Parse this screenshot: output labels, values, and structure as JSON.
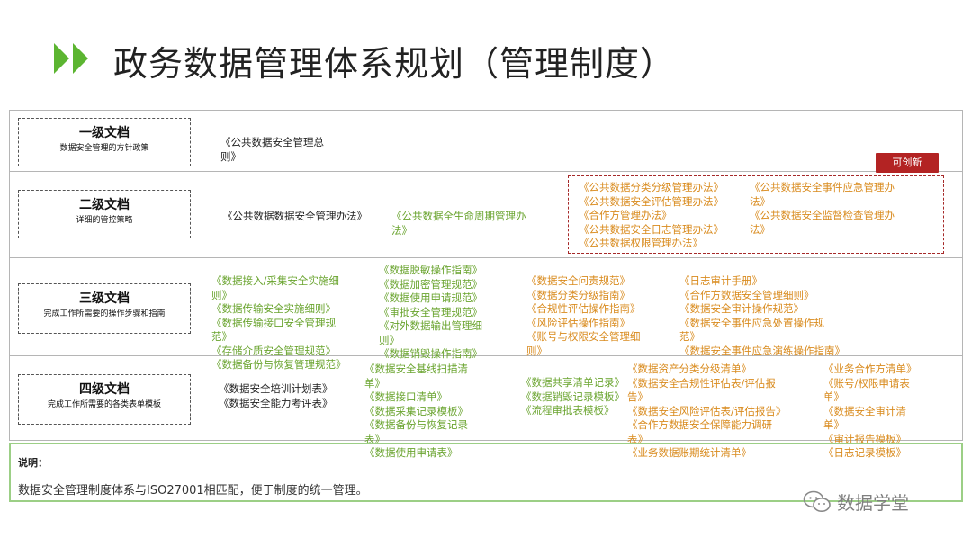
{
  "title": "政务数据管理体系规划（管理制度）",
  "levels": [
    {
      "title": "一级文档",
      "sub": "数据安全管理的方针政策"
    },
    {
      "title": "二级文档",
      "sub": "详细的管控策略"
    },
    {
      "title": "三级文档",
      "sub": "完成工作所需要的操作步骤和指南"
    },
    {
      "title": "四级文档",
      "sub": "完成工作所需要的各类表单模板"
    }
  ],
  "l1": {
    "doc": "《公共数据安全管理总\n则》"
  },
  "badge": "可创新",
  "l2": {
    "black": "《公共数据数据安全管理办法》",
    "green": "《公共数据全生命周期管理办\n法》",
    "orange_a": "《公共数据分类分级管理办法》\n《公共数据安全评估管理办法》\n《合作方管理办法》\n《公共数据安全日志管理办法》\n《公共数据权限管理办法》",
    "orange_b": "《公共数据安全事件应急管理办\n法》\n《公共数据安全监督检查管理办\n法》"
  },
  "l3": {
    "g1": "《数据接入/采集安全实施细\n则》\n《数据传输安全实施细则》\n《数据传输接口安全管理规\n范》\n《存储介质安全管理规范》\n《数据备份与恢复管理规范》",
    "g2": "《数据脱敏操作指南》\n《数据加密管理规范》\n《数据使用申请规范》\n《审批安全管理规范》\n《对外数据输出管理细\n则》\n《数据销毁操作指南》",
    "o1": "《数据安全问责规范》\n《数据分类分级指南》\n《合规性评估操作指南》\n《风险评估操作指南》\n《账号与权限安全管理细\n则》",
    "o2": "《日志审计手册》\n《合作方数据安全管理细则》\n《数据安全审计操作规范》\n《数据安全事件应急处置操作规\n范》\n《数据安全事件应急演练操作指南》"
  },
  "l4": {
    "b1": "《数据安全培训计划表》\n《数据安全能力考评表》",
    "g1": "《数据安全基线扫描清\n单》\n《数据接口清单》\n《数据采集记录模板》\n《数据备份与恢复记录\n表》\n《数据使用申请表》",
    "g2": "《数据共享清单记录》\n《数据销毁记录模板》\n《流程审批表模板》",
    "o1": "《数据资产分类分级清单》\n《数据安全合规性评估表/评估报\n告》\n《数据安全风险评估表/评估报告》\n《合作方数据安全保障能力调研\n表》\n《业务数据账期统计清单》",
    "o2": "《业务合作方清单》\n《账号/权限申请表\n单》\n《数据安全审计清\n单》\n《审计报告模板》\n《日志记录模板》"
  },
  "note": {
    "label": "说明：",
    "text": "数据安全管理制度体系与ISO27001相匹配，便于制度的统一管理。"
  },
  "watermark": "数据学堂",
  "colors": {
    "green": "#6aa42f",
    "orange": "#d98b1e",
    "red": "#b32323",
    "note_border": "#9ccf86"
  }
}
